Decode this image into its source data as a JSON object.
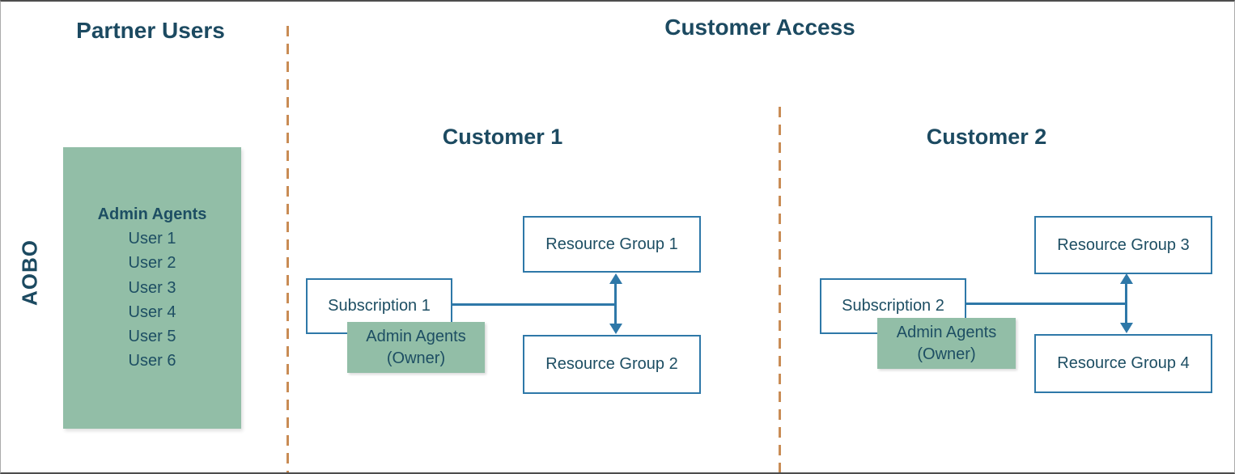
{
  "titles": {
    "partner": "Partner Users",
    "customer_access": "Customer Access",
    "customer1": "Customer 1",
    "customer2": "Customer 2"
  },
  "partner_panel": {
    "aobo_label": "AOBO",
    "group_title": "Admin Agents",
    "users": [
      "User 1",
      "User 2",
      "User 3",
      "User 4",
      "User 5",
      "User 6"
    ]
  },
  "customer1": {
    "subscription": "Subscription 1",
    "owner_line1": "Admin Agents",
    "owner_line2": "(Owner)",
    "resource_groups": [
      "Resource Group 1",
      "Resource Group 2"
    ]
  },
  "customer2": {
    "subscription": "Subscription 2",
    "owner_line1": "Admin Agents",
    "owner_line2": "(Owner)",
    "resource_groups": [
      "Resource Group 3",
      "Resource Group 4"
    ]
  },
  "colors": {
    "title_text": "#1c4a61",
    "body_text": "#1d4e63",
    "box_border": "#2e78a8",
    "green_fill": "#92bea7",
    "dashed_line": "#c98c55"
  }
}
